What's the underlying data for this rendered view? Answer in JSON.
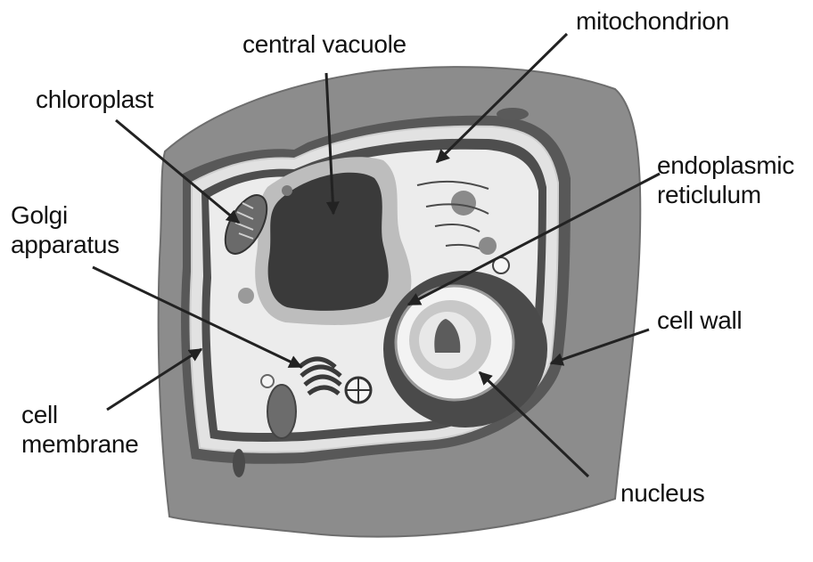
{
  "labels": {
    "central_vacuole": "central vacuole",
    "mitochondrion": "mitochondrion",
    "chloroplast": "chloroplast",
    "endoplasmic_line1": "endoplasmic",
    "endoplasmic_line2": "reticlulum",
    "golgi_line1": "Golgi",
    "golgi_line2": "apparatus",
    "cell_wall": "cell wall",
    "cell_membrane_line1": "cell",
    "cell_membrane_line2": "membrane",
    "nucleus": "nucleus"
  },
  "colors": {
    "cell_wall_outer": "#8c8c8c",
    "cell_wall_band": "#5a5a5a",
    "cytoplasm": "#e8e8e8",
    "vacuole": "#3c3c3c",
    "vacuole_rim": "#b8b8b8",
    "nucleus_envelope": "#4a4a4a",
    "nucleolus": "#5c5c5c",
    "leader_lines": "#222222"
  }
}
